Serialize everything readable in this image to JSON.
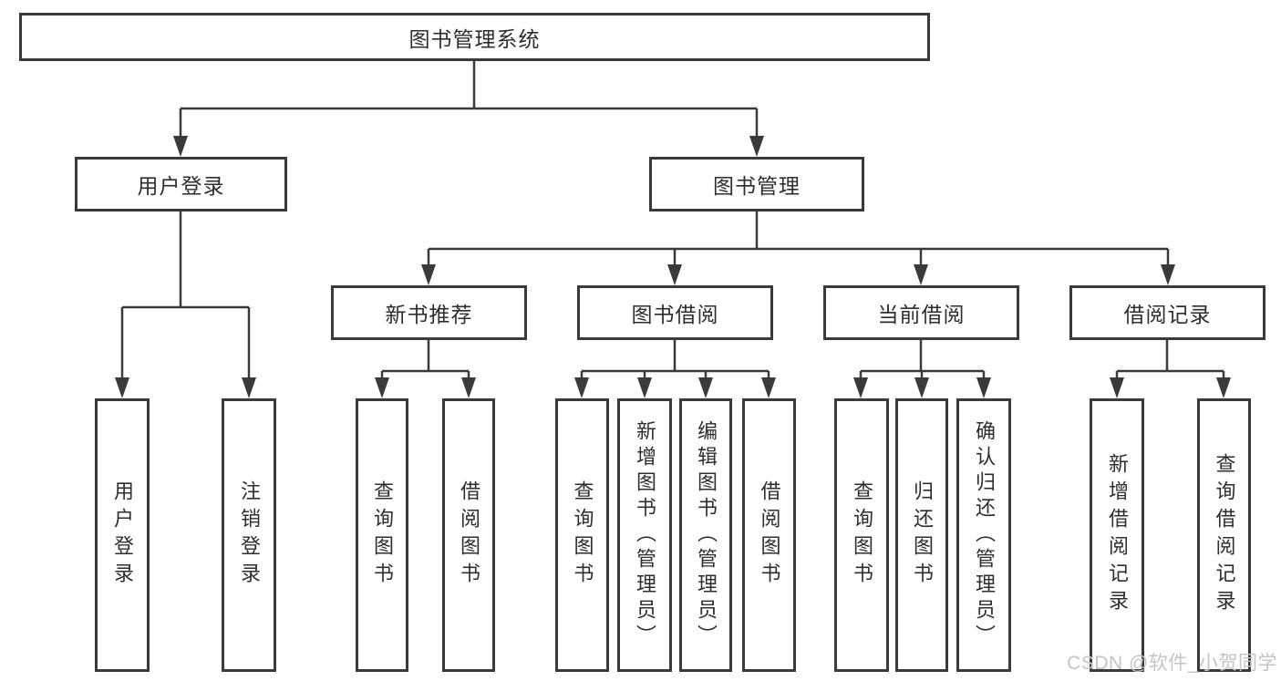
{
  "diagram": {
    "title": "图书管理系统",
    "tree": {
      "root": "图书管理系统",
      "level2": [
        {
          "label": "用户登录",
          "children": [
            "用户登录",
            "注销登录"
          ]
        },
        {
          "label": "图书管理",
          "children": [
            {
              "label": "新书推荐",
              "children": [
                "查询图书",
                "借阅图书"
              ]
            },
            {
              "label": "图书借阅",
              "children": [
                "查询图书",
                "新增图书（管理员）",
                "编辑图书（管理员）",
                "借阅图书"
              ]
            },
            {
              "label": "当前借阅",
              "children": [
                "查询图书",
                "归还图书",
                "确认归还（管理员）"
              ]
            },
            {
              "label": "借阅记录",
              "children": [
                "新增借阅记录",
                "查询借阅记录"
              ]
            }
          ]
        }
      ]
    },
    "colors": {
      "line": "#3a3a3a",
      "border": "#3a3a3a",
      "text": "#2e2e2e",
      "watermark_text": "#c7c3c3"
    }
  },
  "watermark": "CSDN @软件_小贺同学"
}
